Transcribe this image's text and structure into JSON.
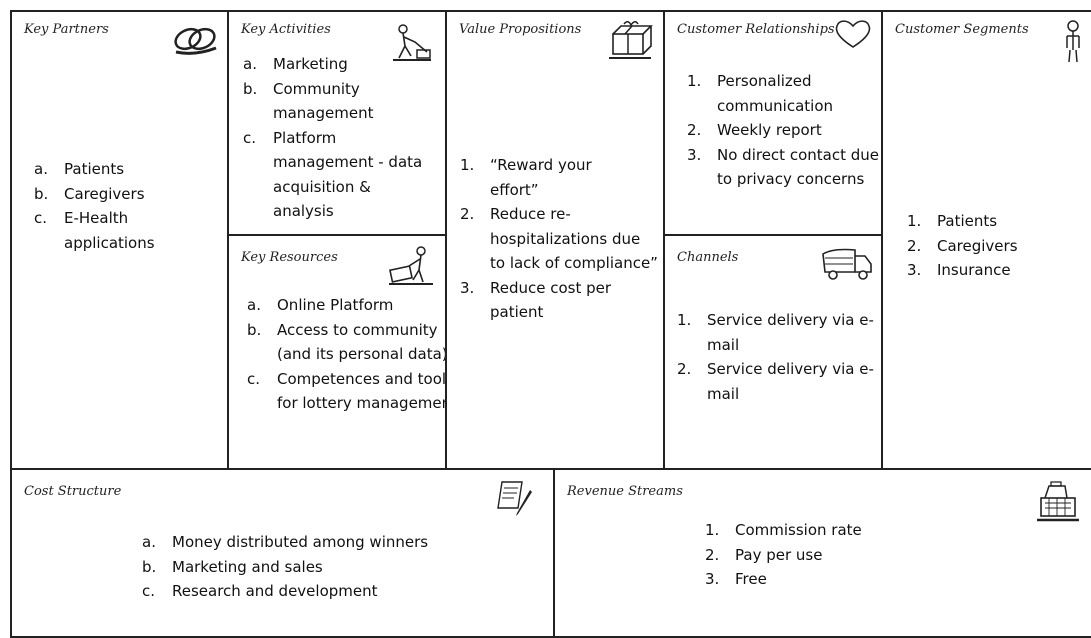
{
  "key_partners": {
    "title": "Key Partners",
    "icon": "chain-links-icon",
    "items": [
      {
        "marker": "a.",
        "text": "Patients"
      },
      {
        "marker": "b.",
        "text": "Caregivers"
      },
      {
        "marker": "c.",
        "text": "E-Health applications"
      }
    ]
  },
  "key_activities": {
    "title": "Key Activities",
    "icon": "worker-icon",
    "items": [
      {
        "marker": "a.",
        "text": "Marketing"
      },
      {
        "marker": "b.",
        "text": "Community management"
      },
      {
        "marker": "c.",
        "text": "Platform management - data acquisition & analysis"
      }
    ]
  },
  "key_resources": {
    "title": "Key Resources",
    "icon": "factory-worker-icon",
    "items": [
      {
        "marker": "a.",
        "text": "Online Platform"
      },
      {
        "marker": "b.",
        "text": "Access to community (and its personal data)"
      },
      {
        "marker": "c.",
        "text": "Competences and tools for lottery management"
      }
    ]
  },
  "value_propositions": {
    "title": "Value Propositions",
    "icon": "gift-icon",
    "items": [
      {
        "marker": "1.",
        "text": "“Reward your effort”"
      },
      {
        "marker": "2.",
        "text": "Reduce re-hospitalizations due to lack of compliance”"
      },
      {
        "marker": "3.",
        "text": "Reduce cost per patient"
      }
    ]
  },
  "customer_relationships": {
    "title": "Customer Relationships",
    "icon": "heart-icon",
    "items": [
      {
        "marker": "1.",
        "text": "Personalized communication"
      },
      {
        "marker": "2.",
        "text": "Weekly report"
      },
      {
        "marker": "3.",
        "text": "No direct contact due to privacy concerns"
      }
    ]
  },
  "channels": {
    "title": "Channels",
    "icon": "truck-icon",
    "items": [
      {
        "marker": "1.",
        "text": "Service delivery via e-mail"
      },
      {
        "marker": "2.",
        "text": "Service delivery via e-mail"
      }
    ]
  },
  "customer_segments": {
    "title": "Customer Segments",
    "icon": "person-icon",
    "items": [
      {
        "marker": "1.",
        "text": "Patients"
      },
      {
        "marker": "2.",
        "text": "Caregivers"
      },
      {
        "marker": "3.",
        "text": "Insurance"
      }
    ]
  },
  "cost_structure": {
    "title": "Cost Structure",
    "icon": "pen-note-icon",
    "items": [
      {
        "marker": "a.",
        "text": "Money distributed among winners"
      },
      {
        "marker": "b.",
        "text": "Marketing and sales"
      },
      {
        "marker": "c.",
        "text": "Research and development"
      }
    ]
  },
  "revenue_streams": {
    "title": "Revenue Streams",
    "icon": "cash-register-icon",
    "items": [
      {
        "marker": "1.",
        "text": "Commission rate"
      },
      {
        "marker": "2.",
        "text": "Pay per use"
      },
      {
        "marker": "3.",
        "text": "Free"
      }
    ]
  }
}
